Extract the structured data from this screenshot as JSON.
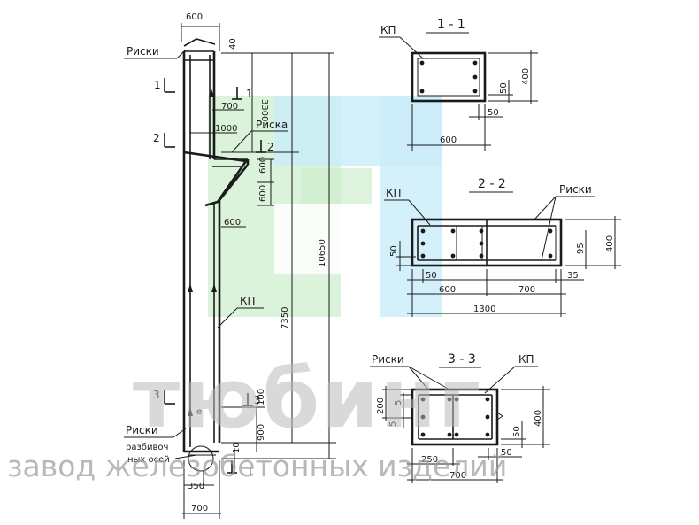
{
  "labels": {
    "riski": "Риски",
    "riska": "Риска",
    "kp": "КП",
    "razbivoch_1": "разбивоч",
    "razbivoch_2": "ных осей"
  },
  "sections": {
    "s1": "1 - 1",
    "s2": "2 - 2",
    "s3": "3 - 3",
    "cut1": "1",
    "cut2": "2",
    "cut3": "3",
    "cutI": "I"
  },
  "dims": {
    "d600": "600",
    "d40": "40",
    "d700": "700",
    "d1000": "1000",
    "d3300": "3300",
    "d10650": "10650",
    "d7350": "7350",
    "d900": "900",
    "d100": "100",
    "d10": "10",
    "d350": "350",
    "d400": "400",
    "d50": "50",
    "d1300": "1300",
    "d95": "95",
    "d35": "35",
    "d200": "200",
    "d5": "5",
    "d250": "250"
  },
  "watermark": {
    "brand": "тюбинг",
    "subtitle": "завод железобетонных изделий"
  },
  "colors": {
    "ink": "#1a1a1a",
    "logo_green": "#cfeecf",
    "logo_blue": "#c9ecf9",
    "watermark_grey": "#b9b9b9"
  }
}
